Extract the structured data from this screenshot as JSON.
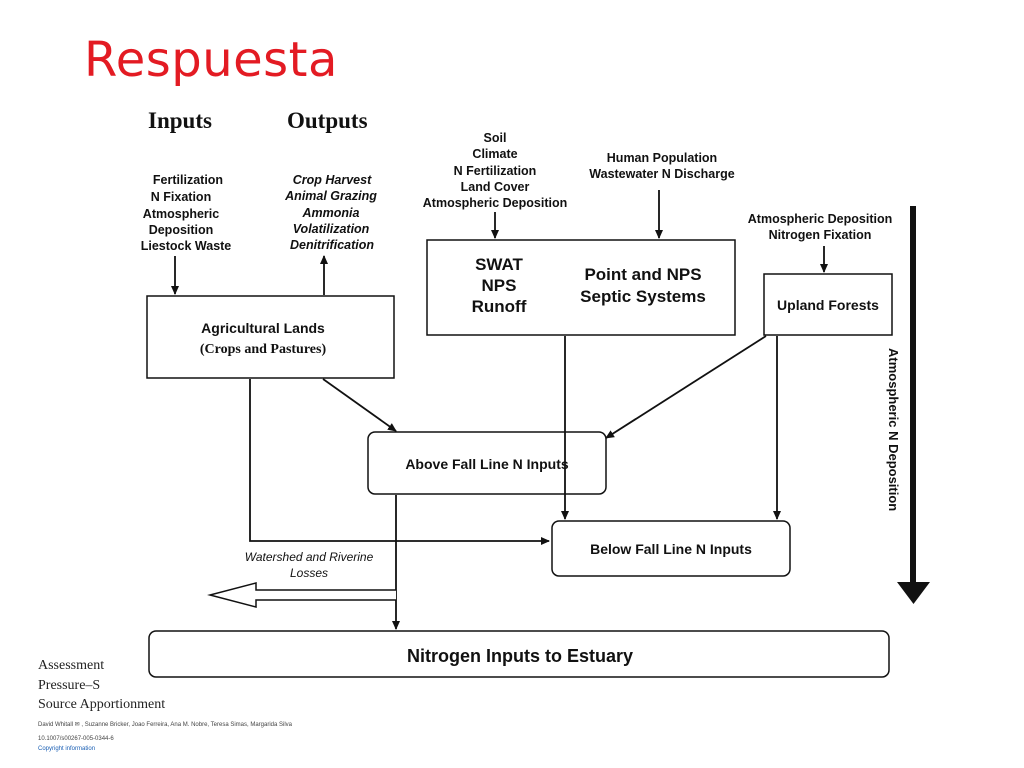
{
  "slide": {
    "title": "Respuesta",
    "title_color": "#e31b23"
  },
  "diagram": {
    "inputs_header": "Inputs",
    "outputs_header": "Outputs",
    "ag_inputs": [
      "Fertilization",
      "N Fixation",
      "Atmospheric",
      "Deposition",
      "Liestock Waste"
    ],
    "ag_outputs": [
      "Crop Harvest",
      "Animal Grazing",
      "Ammonia",
      "Volatilization",
      "Denitrification"
    ],
    "swat_inputs": [
      "Soil",
      "Climate",
      "N Fertilization",
      "Land Cover",
      "Atmospheric Deposition"
    ],
    "point_inputs": [
      "Human Population",
      "Wastewater N Discharge"
    ],
    "forest_inputs": [
      "Atmospheric Deposition",
      "Nitrogen Fixation"
    ],
    "box_ag_line1": "Agricultural Lands",
    "box_ag_line2": "(Crops and Pastures)",
    "box_swat": [
      "SWAT",
      "NPS",
      "Runoff"
    ],
    "box_point": [
      "Point and NPS",
      "Septic Systems"
    ],
    "box_forest": "Upland Forests",
    "box_above": "Above Fall Line N Inputs",
    "box_below": "Below Fall Line N Inputs",
    "box_estuary": "Nitrogen Inputs to Estuary",
    "losses": [
      "Watershed and Riverine",
      "Losses"
    ],
    "atm_label": "Atmospheric N Deposition"
  },
  "citation": {
    "lines": [
      "Assessment",
      "Pressure–S",
      "Source Apportionment"
    ],
    "authors": "David Whitall ✉ , Suzanne Bricker, Joao Ferreira, Ana M. Nobre, Teresa Simas, Margarida Silva",
    "doi": "10.1007/s00267-005-0344-6",
    "copyright": "Copyright information"
  }
}
